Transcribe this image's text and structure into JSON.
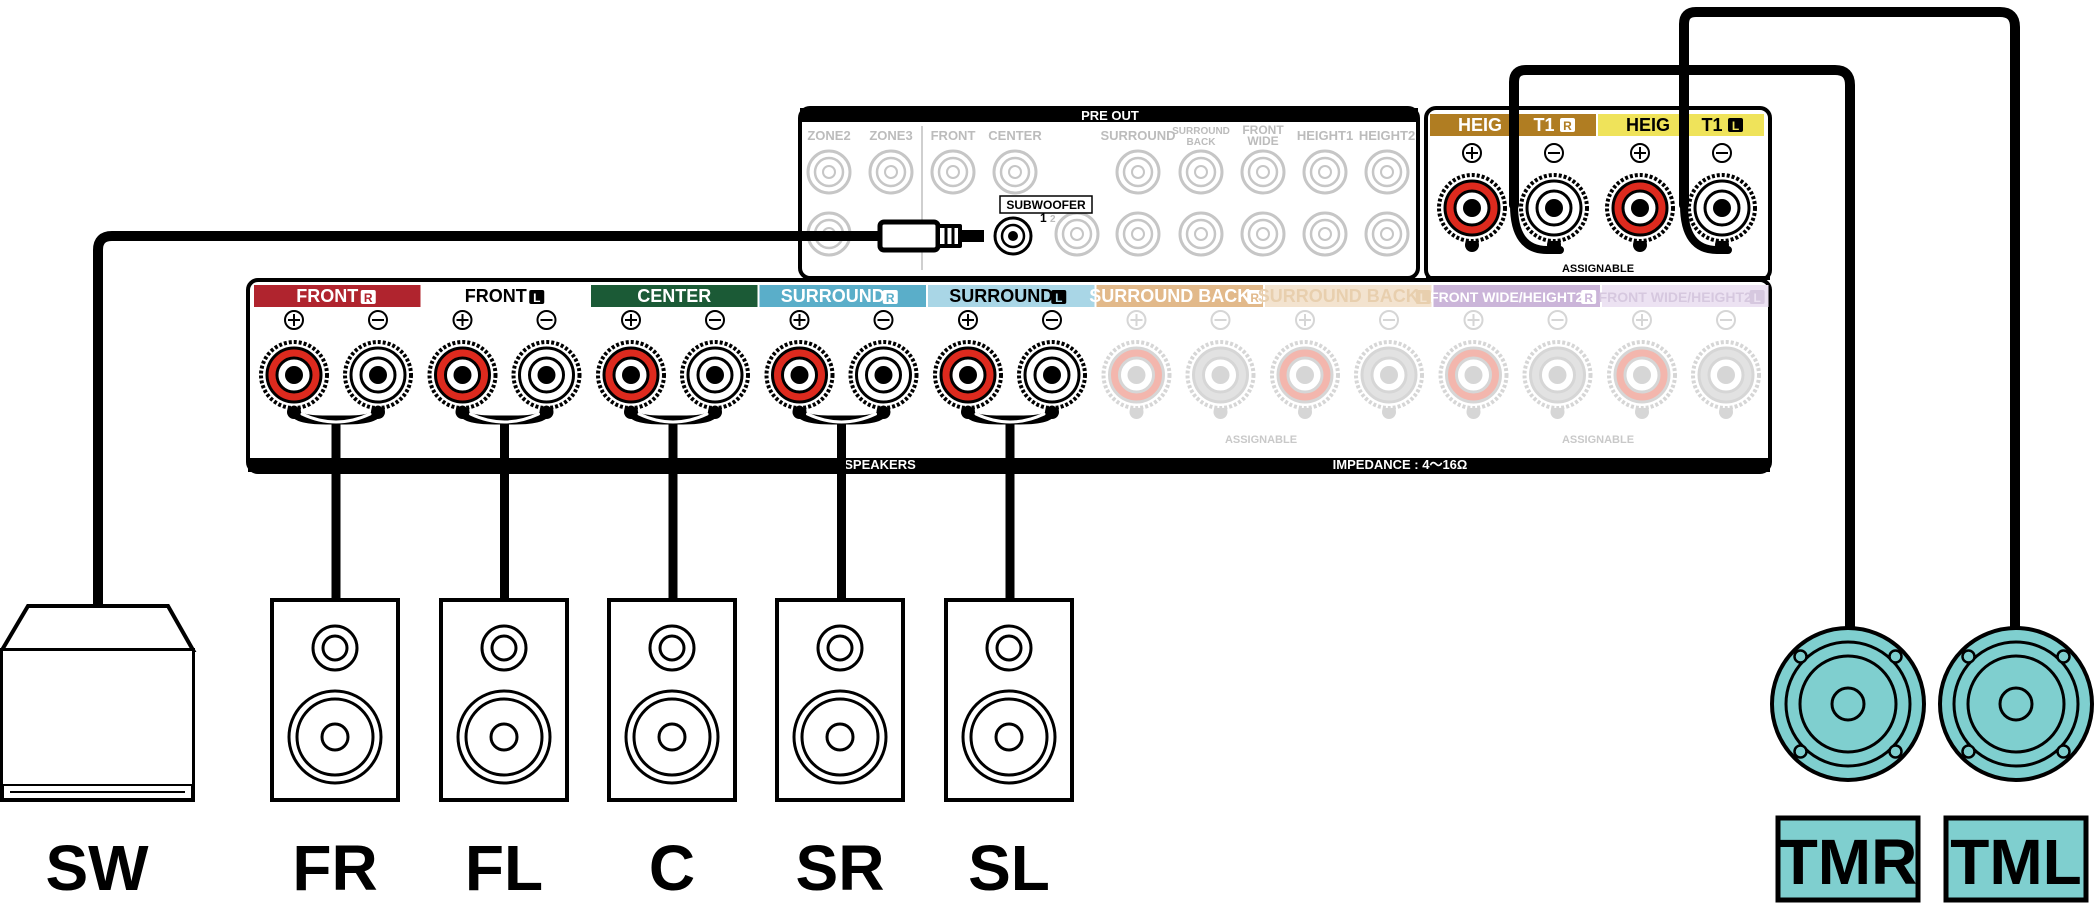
{
  "pre_out": {
    "title": "PRE OUT",
    "labels": [
      "ZONE2",
      "ZONE3",
      "FRONT",
      "CENTER",
      "SURROUND",
      "SURROUND",
      "BACK",
      "FRONT",
      "WIDE",
      "HEIGHT1",
      "HEIGHT2"
    ],
    "subwoofer_label": "SUBWOOFER",
    "subwoofer_numbers": [
      "1",
      "2"
    ]
  },
  "height_panel": {
    "channels": [
      {
        "name": "HEIG",
        "name_end": "T1",
        "side": "R",
        "color": "#b07d22"
      },
      {
        "name": "HEIG",
        "name_end": "T1",
        "side": "L",
        "color": "#efe35a"
      }
    ],
    "assignable": "ASSIGNABLE"
  },
  "main_panel": {
    "channels": [
      {
        "name": "FRONT",
        "side": "R",
        "color": "#b0242e",
        "text": "#ffffff",
        "faded": false
      },
      {
        "name": "FRONT",
        "side": "L",
        "color": "#ffffff",
        "text": "#000000",
        "faded": false
      },
      {
        "name": "CENTER",
        "side": "",
        "color": "#1b5a36",
        "text": "#ffffff",
        "faded": false
      },
      {
        "name": "SURROUND",
        "side": "R",
        "color": "#5aaec9",
        "text": "#ffffff",
        "faded": false
      },
      {
        "name": "SURROUND",
        "side": "L",
        "color": "#a9d6e6",
        "text": "#000000",
        "faded": false
      },
      {
        "name": "SURROUND BACK",
        "side": "R",
        "color": "#e2b98a",
        "text": "#ffffff",
        "faded": true
      },
      {
        "name": "SURROUND BACK",
        "side": "L",
        "color": "#f3e3cf",
        "text": "#e8cfae",
        "faded": true
      },
      {
        "name": "FRONT WIDE/HEIGHT2",
        "side": "R",
        "color": "#cbb5d9",
        "text": "#ffffff",
        "faded": true
      },
      {
        "name": "FRONT WIDE/HEIGHT2",
        "side": "L",
        "color": "#ece2f2",
        "text": "#d6c8df",
        "faded": true
      }
    ],
    "speakers_label": "SPEAKERS",
    "impedance_label": "IMPEDANCE : 4～16Ω",
    "assignable_labels": [
      "ASSIGNABLE",
      "ASSIGNABLE"
    ]
  },
  "speakers": {
    "bottom": [
      "SW",
      "FR",
      "FL",
      "C",
      "SR",
      "SL"
    ],
    "height": [
      "TMR",
      "TML"
    ],
    "height_color": "#7fcfcf"
  }
}
